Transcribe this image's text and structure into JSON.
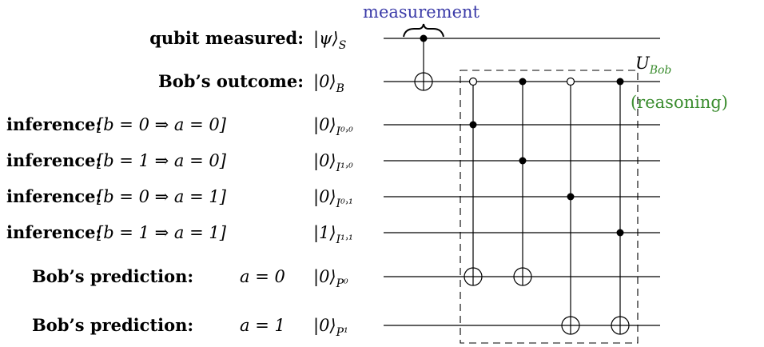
{
  "annotation": {
    "measurement_label": "measurement",
    "unitary_label": "U",
    "unitary_sub": "Bob",
    "reasoning_label": "(reasoning)"
  },
  "rows": [
    {
      "title": "qubit measured:",
      "expr": "",
      "ket": "|ψ⟩",
      "ket_color": "#000000",
      "sub": "S"
    },
    {
      "title": "Bob’s outcome:",
      "expr": "",
      "ket": "|0⟩",
      "ket_color": "#000000",
      "sub": "B"
    },
    {
      "title": "inference:",
      "expr": "[b = 0 ⇒ a = 0]",
      "ket": "|0⟩",
      "ket_color": "#e8231f",
      "sub": "I⁰˒⁰"
    },
    {
      "title": "inference:",
      "expr": "[b = 1 ⇒ a = 0]",
      "ket": "|0⟩",
      "ket_color": "#e8231f",
      "sub": "I¹˒⁰"
    },
    {
      "title": "inference:",
      "expr": "[b = 0 ⇒ a = 1]",
      "ket": "|0⟩",
      "ket_color": "#e8231f",
      "sub": "I⁰˒¹"
    },
    {
      "title": "inference:",
      "expr": "[b = 1 ⇒ a = 1]",
      "ket": "|1⟩",
      "ket_color": "#3a8c2e",
      "sub": "I¹˒¹"
    },
    {
      "title": "Bob’s prediction:",
      "expr": "a = 0",
      "ket": "|0⟩",
      "ket_color": "#000000",
      "sub": "P⁰"
    },
    {
      "title": "Bob’s prediction:",
      "expr": "a = 1",
      "ket": "|0⟩",
      "ket_color": "#000000",
      "sub": "P¹"
    }
  ],
  "colors": {
    "measurement": "#3b3ba8",
    "unitary": "#3a8c2e",
    "red_ket": "#e8231f",
    "green_ket": "#3a8c2e"
  }
}
